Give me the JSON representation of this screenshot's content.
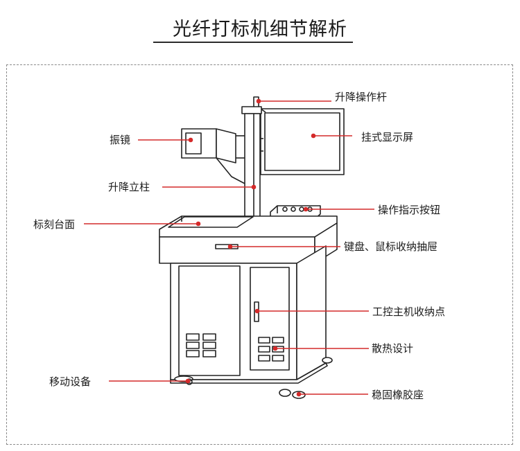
{
  "title": "光纤打标机细节解析",
  "labels": {
    "lift_lever": "升降操作杆",
    "galvo": "振镜",
    "monitor": "挂式显示屏",
    "lift_column": "升降立柱",
    "buttons": "操作指示按钮",
    "table": "标刻台面",
    "drawer": "键盘、鼠标收纳抽屉",
    "ipc": "工控主机收纳点",
    "cooling": "散热设计",
    "caster": "移动设备",
    "foot": "稳固橡胶座"
  },
  "colors": {
    "pointer": "#d42a2a",
    "outline": "#222222",
    "text": "#1a1a1a"
  }
}
